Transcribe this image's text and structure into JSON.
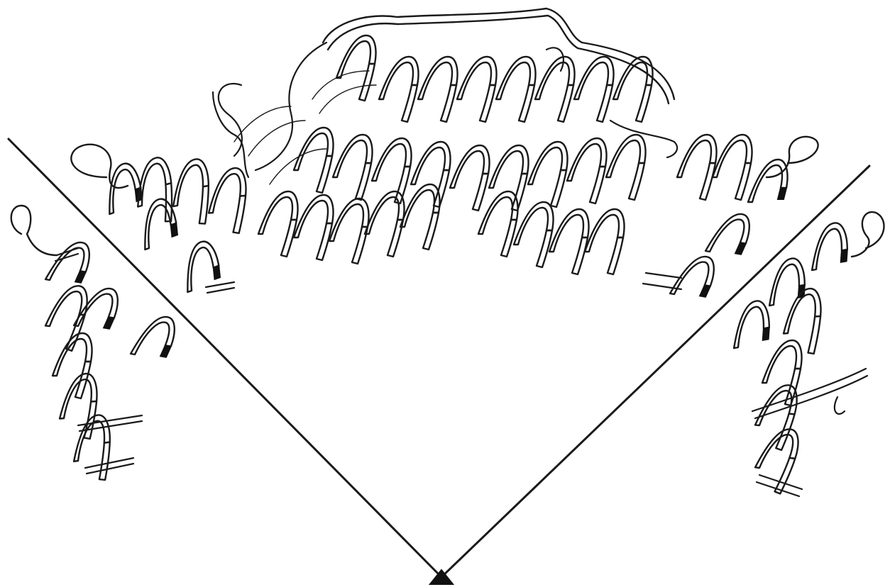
{
  "figure": {
    "description_visible_text": "",
    "colors": {
      "ink": "#1a1a1a",
      "background": "#ffffff",
      "ribbon_fill": "#ffffff",
      "ribbon_shade": "#111111"
    },
    "elements": [
      {
        "name": "left-hinge-helix",
        "icon": "alpha-helix-ribbon"
      },
      {
        "name": "left-arm-helix",
        "icon": "alpha-helix-ribbon"
      },
      {
        "name": "central-helix-bundle",
        "icon": "helix-bundle-with-loops"
      },
      {
        "name": "right-arm-helix",
        "icon": "alpha-helix-ribbon"
      },
      {
        "name": "right-hinge-helix",
        "icon": "alpha-helix-ribbon"
      },
      {
        "name": "v-divider-lines",
        "icon": "angle-lines"
      },
      {
        "name": "apex-triangle",
        "icon": "triangle-marker"
      }
    ]
  }
}
